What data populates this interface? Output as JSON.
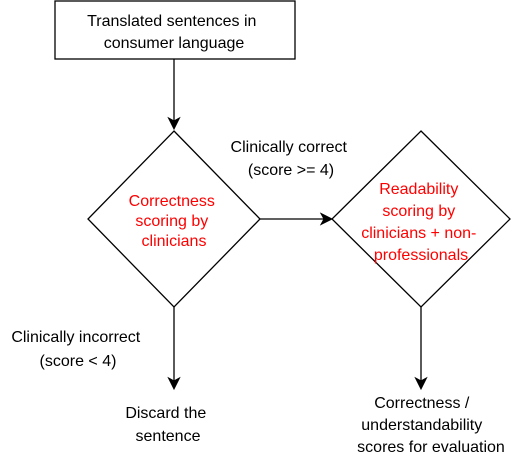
{
  "nodes": {
    "start": {
      "lines": [
        "Translated sentences in",
        "consumer language"
      ]
    },
    "correctness_decision": {
      "lines": [
        "Correctness",
        "scoring by",
        "clinicians"
      ],
      "color": "#ff0000"
    },
    "readability_decision": {
      "lines": [
        "Readability",
        "scoring by",
        "clinicians + non-",
        "professionals"
      ],
      "color": "#ff0000"
    },
    "discard": {
      "lines": [
        "Discard the",
        "sentence"
      ]
    },
    "output": {
      "lines": [
        "Correctness /",
        "understandability",
        "scores for evaluation"
      ]
    }
  },
  "edges": {
    "correct": {
      "lines": [
        "Clinically correct",
        "(score >= 4)"
      ]
    },
    "incorrect": {
      "lines": [
        "Clinically incorrect",
        "(score < 4)"
      ]
    }
  }
}
